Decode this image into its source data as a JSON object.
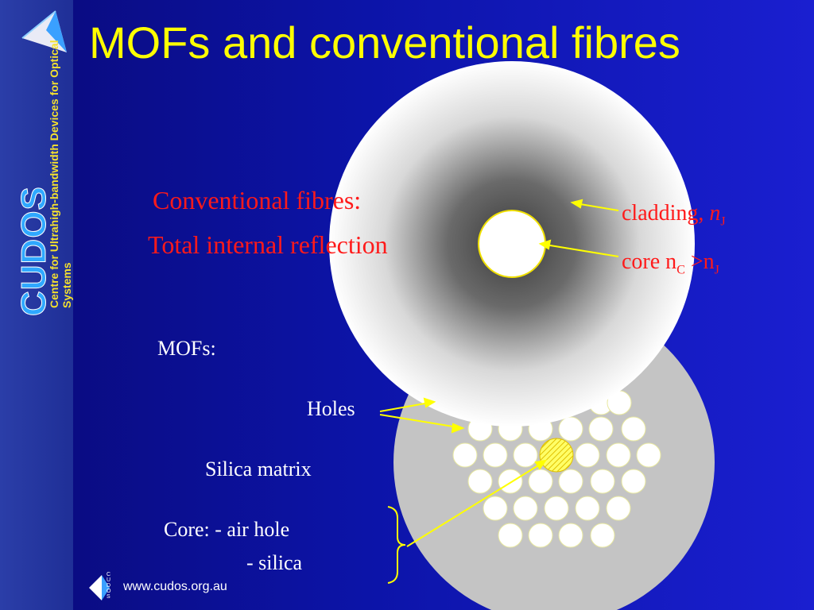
{
  "logo": {
    "brand": "CUDOS",
    "tagline": "Centre for Ultrahigh-bandwidth Devices for Optical Systems",
    "small_logo_text": "CUDOS"
  },
  "slide": {
    "title": "MOFs and conventional fibres"
  },
  "labels": {
    "conventional": "Conventional fibres:",
    "tir": "Total internal reflection",
    "cladding_word": "cladding",
    "cladding_sep": ",",
    "cladding_n": "n",
    "cladding_sub": "J",
    "core_word": "core n",
    "core_sub1": "C",
    "core_gt": " >n",
    "core_sub2": "J",
    "mofs": "MOFs:",
    "holes": "Holes",
    "silica_matrix": "Silica matrix",
    "core_air": "Core: - air hole",
    "core_silica": "- silica"
  },
  "footer": {
    "url": "www.cudos.org.au"
  },
  "colors": {
    "title": "#ffff00",
    "accent_red": "#ff1a1a",
    "arrow": "#ffff00"
  }
}
